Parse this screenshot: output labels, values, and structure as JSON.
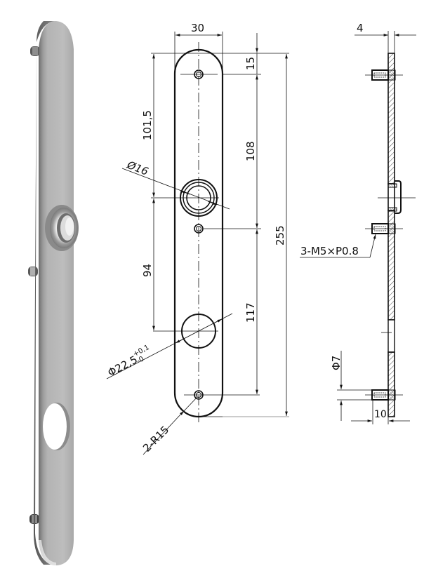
{
  "photo": {
    "label": "product-photo-escutcheon-plate"
  },
  "front_view": {
    "width_dim": "30",
    "top_offset_dim": "15",
    "upper_spacing_dim": "108",
    "lower_spacing_dim": "117",
    "overall_length_dim": "255",
    "left_upper_dim": "101,5",
    "left_lower_dim": "94",
    "boss_diameter": "Ø16",
    "cylinder_hole_diameter_base": "Φ22,5",
    "cylinder_hole_tol_upper": "+0,1",
    "cylinder_hole_tol_lower": "-0",
    "end_radius": "2-R15"
  },
  "side_view": {
    "thickness_dim": "4",
    "thread_callout": "3-M5×P0.8",
    "stud_diameter": "Φ7",
    "stud_length": "10"
  },
  "colors": {
    "line": "#111111",
    "metal_light": "#b8b8b8",
    "metal_dark": "#7a7a7a"
  }
}
